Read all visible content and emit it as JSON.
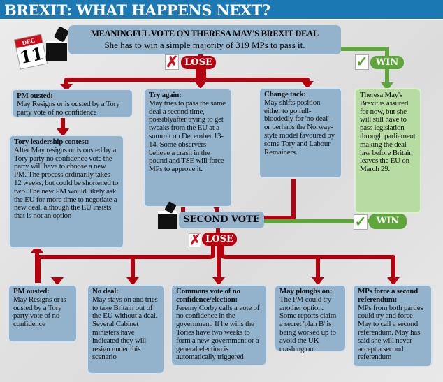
{
  "title": "BREXIT: WHAT HAPPENS NEXT?",
  "calendar": {
    "month": "DEC",
    "day": "11"
  },
  "meaningful_vote": {
    "heading": "MEANINGFUL VOTE ON THERESA MAY'S BREXIT DEAL",
    "subtitle": "She has to win a simple majority of 319 MPs to pass it."
  },
  "lose_label": "LOSE",
  "win_label": "WIN",
  "second_vote_label": "SECOND VOTE",
  "first_round": [
    {
      "title": "PM ousted:",
      "text": "May Resigns or is ousted by a Tory party vote of no confidence"
    },
    {
      "title": "Try again:",
      "text": "May tries to pass the same deal a second time, possiblyafter trying to get tweaks from the EU at a summit on December 13-14. Some observers believe a crash in the pound and TSE will force MPs to approve it."
    },
    {
      "title": "Change tack:",
      "text": "May shifts position either to go full-bloodedly for 'no deal' – or perhaps the Norway-style model favoured by some Tory and Labour Remainers."
    }
  ],
  "tory_contest": {
    "title": "Tory leadership contest:",
    "text": "After May resigns or is ousted by a Tory party no confidence vote the party will have to choose a new PM. The process ordinarily takes 12 weeks, but could be shortened to two. The new PM would likely ask the EU for more time to negotiate a new deal, although the EU insists that is not an option"
  },
  "win_box": {
    "text": "Theresa May's Brexit is assured for now, but she will still have to pass legislation through parliament making the deal law before Britain leaves the EU on March 29."
  },
  "second_round": [
    {
      "title": "PM ousted:",
      "text": "May Resigns or is ousted by a Tory party vote of no confidence"
    },
    {
      "title": "No deal:",
      "text": "May stays on and tries to take Britain out of the EU without a deal. Several Cabinet ministers have indicated they will resign under this scenario"
    },
    {
      "title": "Commons vote of no confidence/election:",
      "text": "Jeremy Corby calls a vote of no confidence in the government. If he wins the Tories have two weeks to form a new government or a general election is automatically triggered"
    },
    {
      "title": "May ploughs on:",
      "text": "The PM could try another option. Some reports claim a secret 'plan B' is being worked up to avoid the UK crashing out"
    },
    {
      "title": "MPs force a second referendum:",
      "text": "MPs from both parties could try and force May to call a second referendum. May has said she will never accept a second referendum"
    }
  ],
  "colors": {
    "title_bar": "#1b78b3",
    "lose": "#b5000d",
    "win": "#5ea53c",
    "box": "#93b2cb",
    "win_box": "#b7dca3"
  }
}
